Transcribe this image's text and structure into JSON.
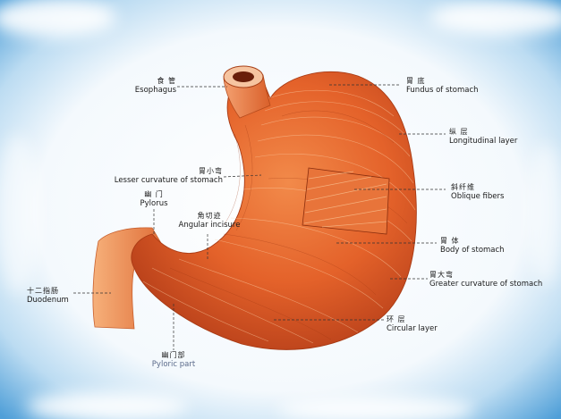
{
  "labels": {
    "esophagus": {
      "zh": "食 管",
      "en": "Esophagus"
    },
    "fundus": {
      "zh": "胃 底",
      "en": "Fundus of stomach"
    },
    "longitudinal": {
      "zh": "纵 层",
      "en": "Longitudinal layer"
    },
    "lesser_curvature": {
      "zh": "胃小弯",
      "en": "Lesser curvature of stomach"
    },
    "pylorus": {
      "zh": "幽 门",
      "en": "Pylorus"
    },
    "oblique": {
      "zh": "斜纤维",
      "en": "Oblique fibers"
    },
    "angular": {
      "zh": "角切迹",
      "en": "Angular incisure"
    },
    "body": {
      "zh": "胃 体",
      "en": "Body of stomach"
    },
    "duodenum": {
      "zh": "十二指肠",
      "en": "Duodenum"
    },
    "greater_curvature": {
      "zh": "胃大弯",
      "en": "Greater curvature of stomach"
    },
    "circular": {
      "zh": "环 层",
      "en": "Circular layer"
    },
    "pyloric_part": {
      "zh": "幽门部",
      "en": "Pyloric part"
    }
  },
  "colors": {
    "sky": "#5aa6dc",
    "panel": "#ffffff",
    "muscle": "#e4622a",
    "muscle_dark": "#b8401a",
    "muscle_light": "#f3a06a",
    "leader": "#333333"
  }
}
